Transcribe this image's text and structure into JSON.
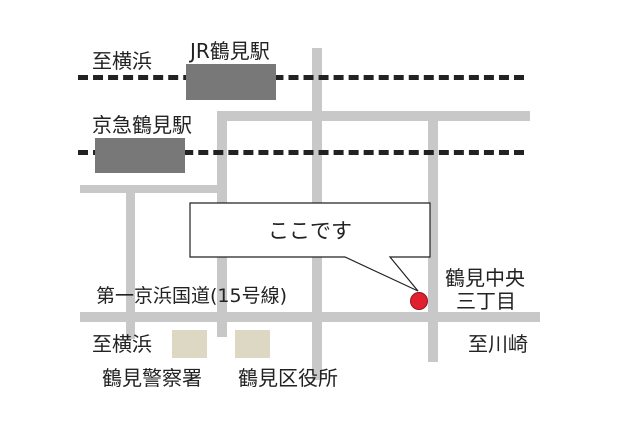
{
  "map": {
    "colors": {
      "road": "#c8c8c8",
      "rail": "#222222",
      "station": "#787878",
      "building": "#dcd8c4",
      "marker": "#e0202e"
    },
    "labels": {
      "to_yokohama_top": "至横浜",
      "jr_station": "JR鶴見駅",
      "keikyu_station": "京急鶴見駅",
      "callout": "ここです",
      "route15": "第一京浜国道(15号線)",
      "intersection_line1": "鶴見中央",
      "intersection_line2": "三丁目",
      "to_yokohama_bottom": "至横浜",
      "to_kawasaki": "至川崎",
      "police_station": "鶴見警察署",
      "ward_office": "鶴見区役所"
    },
    "marker_icon": "location-dot-icon"
  }
}
